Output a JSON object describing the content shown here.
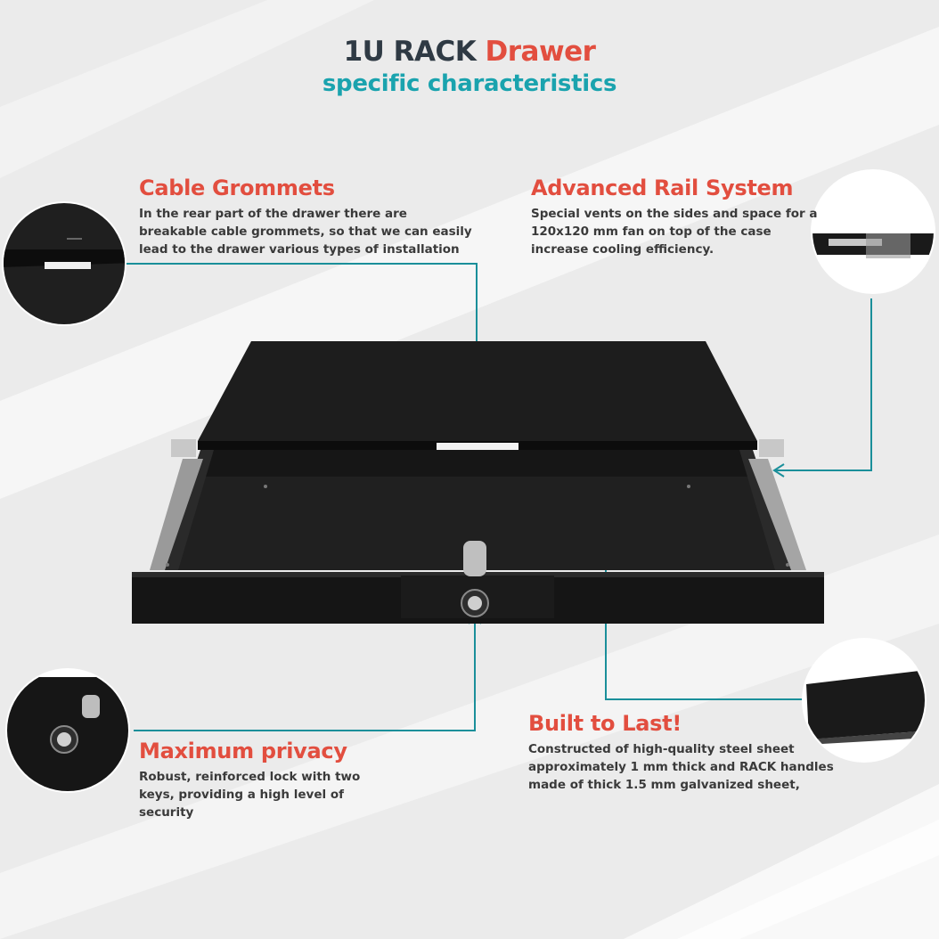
{
  "title": {
    "part1": "1U RACK",
    "part2": "Drawer",
    "subtitle": "specific characteristics"
  },
  "features": {
    "cable": {
      "heading": "Cable Grommets",
      "text": "In the rear part of the drawer there are breakable cable grommets, so that we can easily lead to the drawer various types of installation"
    },
    "rail": {
      "heading": "Advanced Rail System",
      "text": "Special vents on the sides and space for a 120x120 mm fan on top of the case increase cooling efficiency."
    },
    "privacy": {
      "heading": "Maximum privacy",
      "text": "Robust, reinforced lock with two keys, providing a high level of security"
    },
    "built": {
      "heading": "Built to Last!",
      "text": "Constructed of high-quality steel sheet approximately 1 mm thick and RACK handles made of thick 1.5 mm galvanized sheet,"
    }
  },
  "colors": {
    "accent_red": "#e24e3f",
    "accent_teal": "#1aa3ae",
    "dark_text": "#2f3a44",
    "connector": "#1a8f9a"
  }
}
